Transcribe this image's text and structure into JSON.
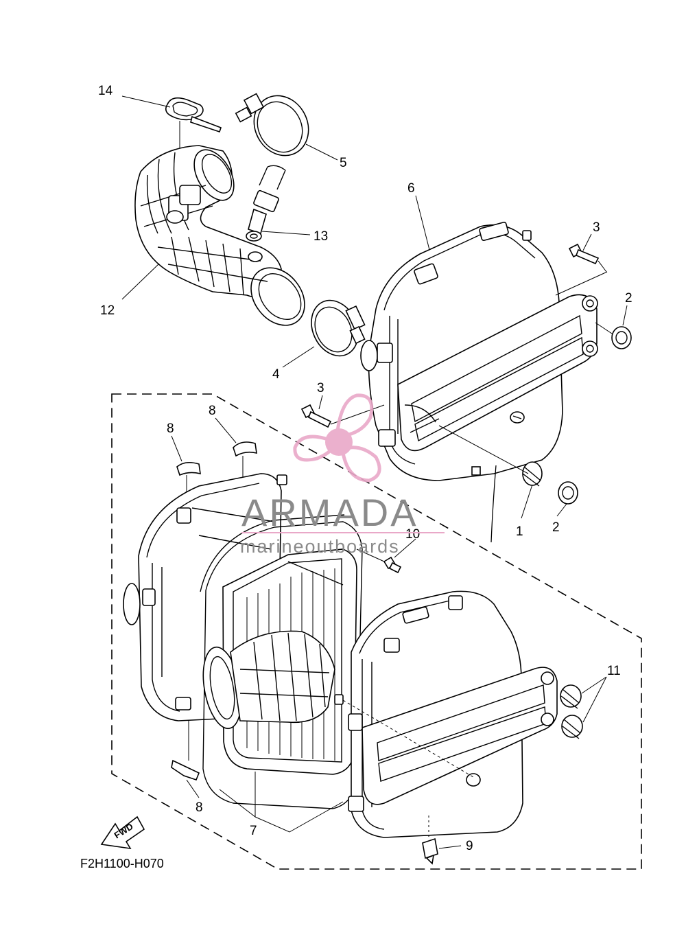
{
  "diagram": {
    "figure_code": "F2H1100-H070",
    "fwd_label": "FWD",
    "callouts": [
      "14",
      "5",
      "13",
      "12",
      "4",
      "6",
      "3",
      "3",
      "2",
      "8",
      "8",
      "10",
      "1",
      "2",
      "11",
      "8",
      "7",
      "9"
    ]
  },
  "watermark": {
    "brand": "ARMADA",
    "tagline": "marineoutboards",
    "color": "#e9a8c8"
  }
}
